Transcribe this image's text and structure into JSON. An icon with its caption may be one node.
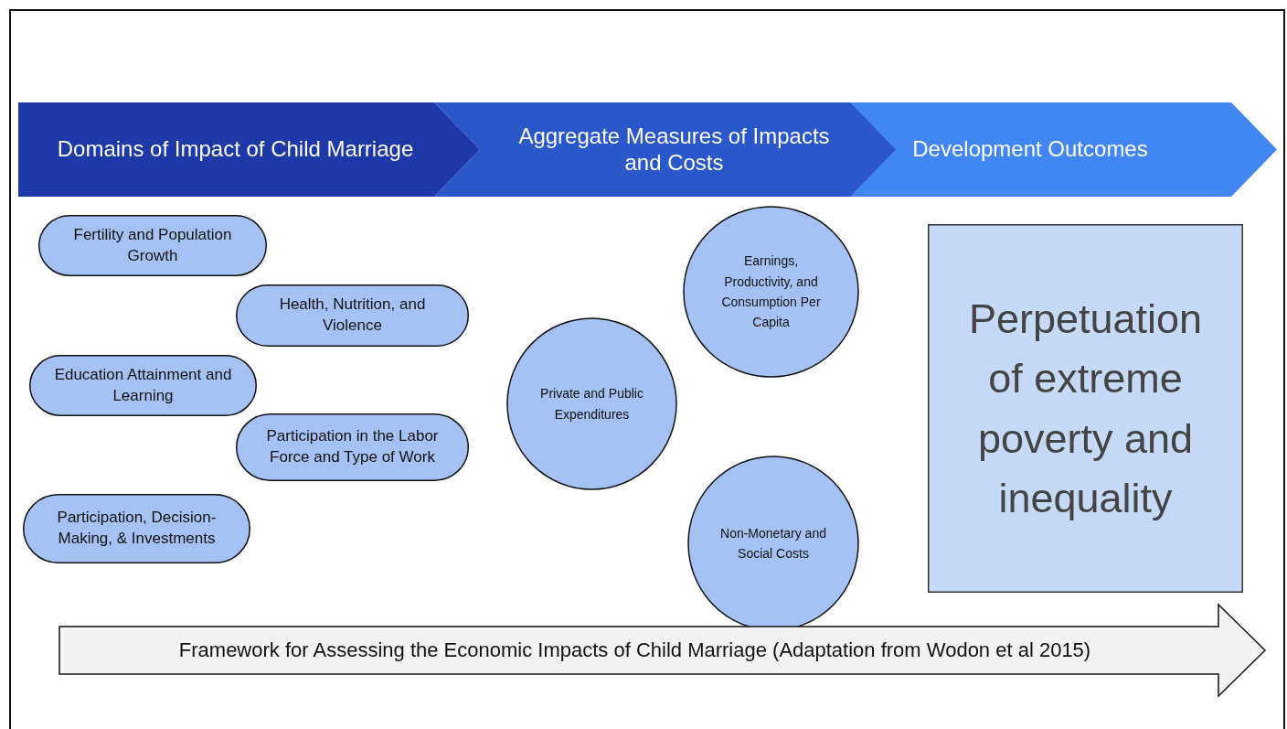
{
  "diagram": {
    "nodes": [
      {
        "text": [
          "Domains of Impact of Child Marriage"
        ]
      },
      {
        "text": [
          "Aggregate Measures of Impacts and Costs"
        ]
      },
      {
        "text": [
          "Development Outcomes"
        ]
      },
      {
        "text": [
          "Fertility and Population Growth"
        ]
      },
      {
        "text": [
          "Health, Nutrition, and Violence"
        ]
      },
      {
        "text": [
          "Education Attainment and Learning"
        ]
      },
      {
        "text": [
          "Participation in the Labor Force and Type of Work"
        ]
      },
      {
        "text": [
          "Participation, Decision-Making, & Investments"
        ]
      },
      {
        "text": [
          "Earnings, Productivity, and Consumption Per Capita"
        ]
      },
      {
        "text": [
          "Private and Public Expenditures"
        ]
      },
      {
        "text": [
          "Non-Monetary and Social Costs"
        ]
      },
      {
        "text": [
          "Perpetuation of extreme poverty and inequality"
        ]
      },
      {
        "text": [
          "Framework for Assessing the Economic Impacts of Child Marriage (Adaptation from Wodon et al 2015)"
        ]
      }
    ],
    "edges": []
  }
}
